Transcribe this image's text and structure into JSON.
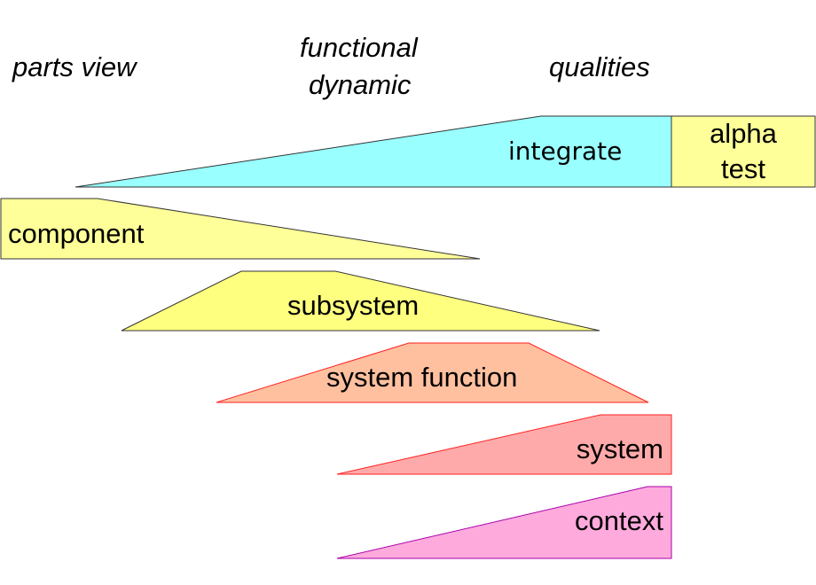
{
  "headings": {
    "parts_view": "parts view",
    "functional_line1": "functional",
    "functional_line2": "dynamic",
    "qualities": "qualities"
  },
  "stages": {
    "integrate": "integrate",
    "alpha_line1": "alpha",
    "alpha_line2": "test",
    "component": "component",
    "subsystem": "subsystem",
    "system_function": "system function",
    "system": "system",
    "context": "context"
  },
  "colors": {
    "integrate_fill": "#99ffff",
    "alpha_fill": "#ffff99",
    "component_fill": "#ffff99",
    "subsystem_fill": "#ffff7f",
    "system_function_fill": "#ffc0a0",
    "system_fill": "#ffaaaa",
    "context_fill": "#ffaadd",
    "red_stroke": "#ff2020",
    "purple_stroke": "#aa00aa",
    "dark_stroke": "#333333"
  }
}
